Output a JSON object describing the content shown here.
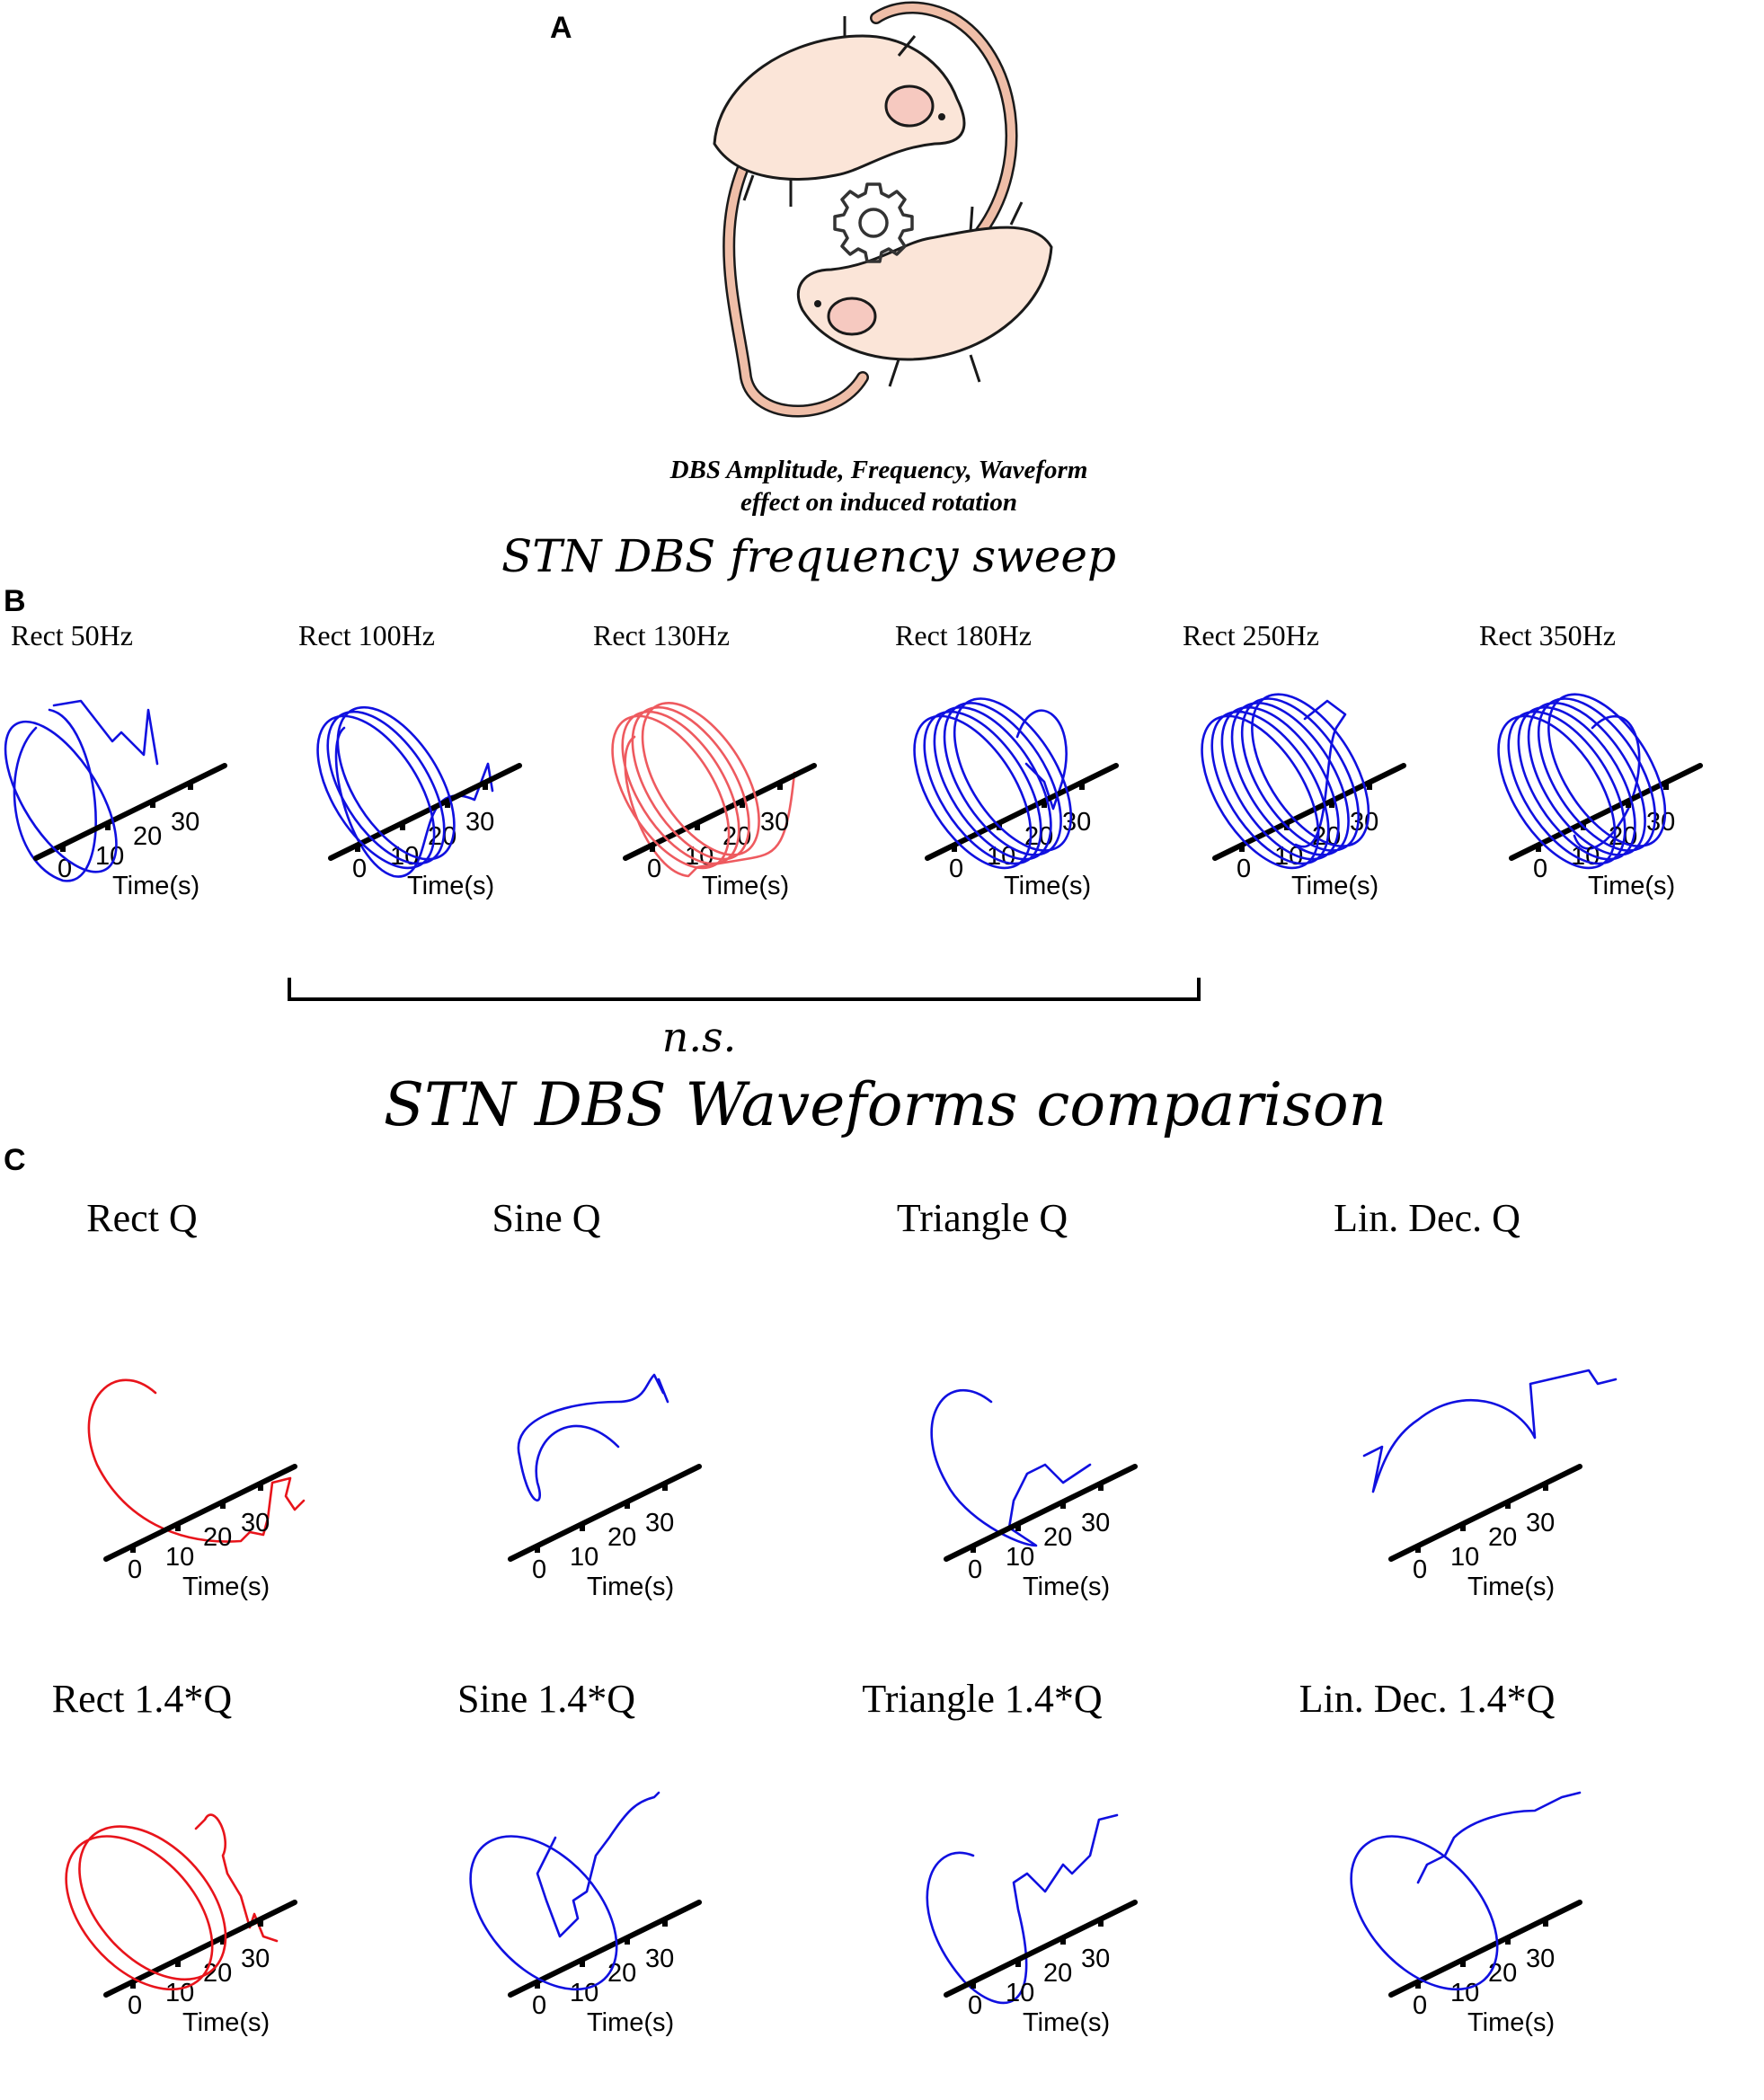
{
  "colors": {
    "significant": "#e8141b",
    "significant_light": "#ee5a5f",
    "not_significant": "#1010e0",
    "mouse_body": "#fbe5d8",
    "mouse_tail": "#efbea8",
    "outline": "#1a1a1a"
  },
  "panelA": {
    "letter": "A",
    "icon": "gear-icon",
    "caption_line1": "DBS Amplitude, Frequency, Waveform",
    "caption_line2": "effect on induced rotation"
  },
  "panelB": {
    "letter": "B",
    "title": "STN DBS frequency sweep",
    "annotation": "n.s.",
    "conditions": [
      {
        "label": "Rect 50Hz",
        "color": "#1010e0",
        "loops": 1
      },
      {
        "label": "Rect 100Hz",
        "color": "#1010e0",
        "loops": 3
      },
      {
        "label": "Rect 130Hz",
        "color": "#ee5a5f",
        "loops": 4
      },
      {
        "label": "Rect 180Hz",
        "color": "#1010e0",
        "loops": 5
      },
      {
        "label": "Rect 250Hz",
        "color": "#1010e0",
        "loops": 6
      },
      {
        "label": "Rect 350Hz",
        "color": "#1010e0",
        "loops": 6
      }
    ]
  },
  "panelC": {
    "letter": "C",
    "title": "STN DBS Waveforms comparison",
    "conditions_row1": [
      {
        "label": "Rect Q",
        "color": "#e8141b"
      },
      {
        "label": "Sine Q",
        "color": "#1010e0"
      },
      {
        "label": "Triangle Q",
        "color": "#1010e0"
      },
      {
        "label": "Lin. Dec. Q",
        "color": "#1010e0"
      }
    ],
    "conditions_row2": [
      {
        "label": "Rect 1.4*Q",
        "color": "#e8141b",
        "loops": 2
      },
      {
        "label": "Sine 1.4*Q",
        "color": "#1010e0",
        "loops": 1
      },
      {
        "label": "Triangle 1.4*Q",
        "color": "#1010e0",
        "loops": 0
      },
      {
        "label": "Lin. Dec. 1.4*Q",
        "color": "#1010e0",
        "loops": 1
      }
    ]
  },
  "axis": {
    "label": "Time(s)",
    "ticks": [
      "0",
      "10",
      "20",
      "30"
    ]
  }
}
